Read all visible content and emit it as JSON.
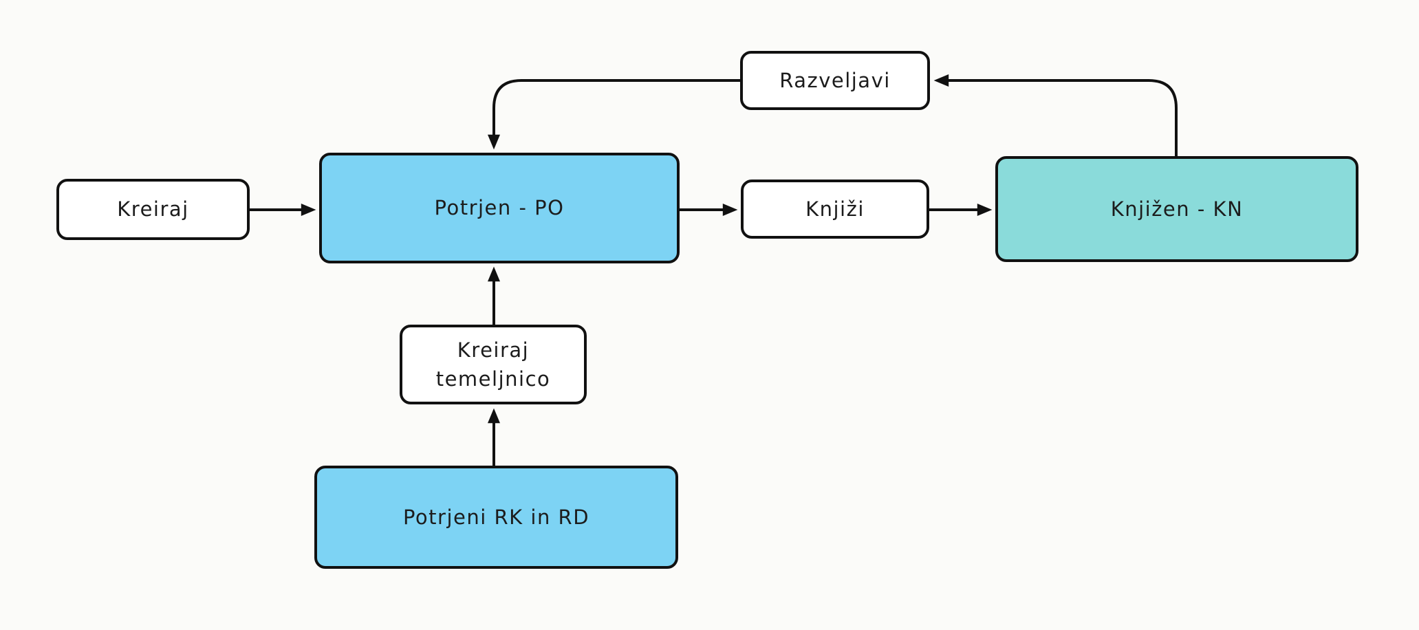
{
  "diagram": {
    "type": "flowchart",
    "nodes": {
      "kreiraj": {
        "label": "Kreiraj",
        "kind": "action"
      },
      "potrjen": {
        "label": "Potrjen - PO",
        "kind": "state"
      },
      "knjizi": {
        "label": "Knjiži",
        "kind": "action"
      },
      "knjizen": {
        "label": "Knjižen - KN",
        "kind": "state"
      },
      "razveljavi": {
        "label": "Razveljavi",
        "kind": "action"
      },
      "kreiraj_temeljnico": {
        "label": "Kreiraj temeljnico",
        "kind": "action"
      },
      "potrjeni_rk_in_rd": {
        "label": "Potrjeni RK in RD",
        "kind": "state"
      }
    },
    "edges": [
      {
        "from": "kreiraj",
        "to": "potrjen"
      },
      {
        "from": "potrjen",
        "to": "knjizi"
      },
      {
        "from": "knjizi",
        "to": "knjizen"
      },
      {
        "from": "knjizen",
        "to": "razveljavi"
      },
      {
        "from": "razveljavi",
        "to": "potrjen"
      },
      {
        "from": "kreiraj_temeljnico",
        "to": "potrjen"
      },
      {
        "from": "potrjeni_rk_in_rd",
        "to": "kreiraj_temeljnico"
      }
    ],
    "colors": {
      "state_blue": "#7DD3F4",
      "state_teal": "#8ADBDA",
      "action_fill": "#FFFFFF",
      "line": "#111111",
      "background": "#FBFBF9"
    }
  }
}
